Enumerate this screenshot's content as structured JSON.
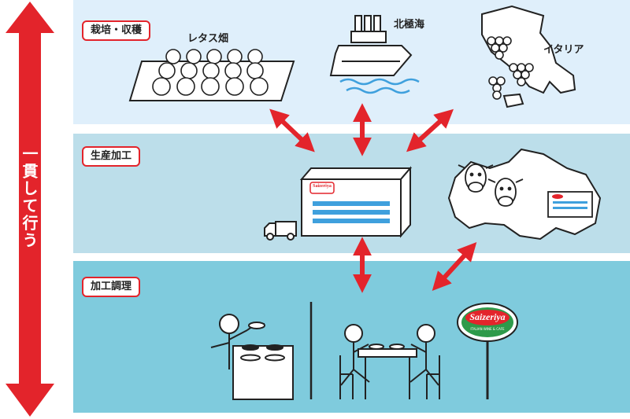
{
  "left_arrow_label": "一貫して行う",
  "sections": [
    {
      "tag": "栽培・収穫"
    },
    {
      "tag": "生産加工"
    },
    {
      "tag": "加工調理"
    }
  ],
  "sources": {
    "lettuce": "レタス畑",
    "sea": "北極海",
    "italy": "イタリア"
  },
  "brand": {
    "logo_text": "Saizeriya",
    "sign_subtext": "ITALIAN WINE & CAFE"
  },
  "colors": {
    "accent_red": "#e3242b",
    "band_top": "#dfeffb",
    "band_mid": "#bcdeea",
    "band_bottom": "#7fcbdd",
    "factory_blue": "#3fa0dd"
  }
}
